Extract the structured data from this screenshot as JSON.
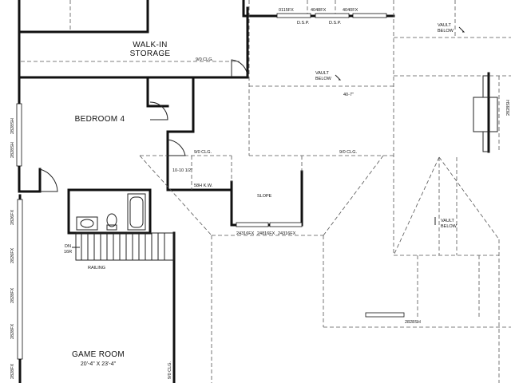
{
  "rooms": {
    "walk_in_line1": "WALK-IN",
    "walk_in_line2": "STORAGE",
    "bedroom4": "BEDROOM 4",
    "game_room": "GAME ROOM",
    "game_room_size": "20'-4\" X 23'-4\""
  },
  "notes": {
    "clg_storage": "9/0 CLG.",
    "clg_center": "9/0 CLG.",
    "clg_hall": "9/0 CLG.",
    "clg_game": "9/0 CLG.",
    "vault_1_a": "VAULT",
    "vault_1_b": "BELOW",
    "vault_2_a": "VAULT",
    "vault_2_b": "BELOW",
    "vault_3_a": "VAULT",
    "vault_3_b": "BELOW",
    "span": "40-7\"",
    "hall_width": "10-10 1/2\"",
    "kneewall": "58H K.W.",
    "slope": "SLOPE",
    "railing": "RAILING",
    "stair_dn": "DN",
    "stair_risers": "16R",
    "dsp_1": "D.S.P.",
    "dsp_2": "D.S.P."
  },
  "windows": {
    "top_1": "0115FX",
    "top_2": "4048FX",
    "top_3": "4040FX",
    "dormer_1": "24316FX",
    "dormer_2": "24816FX",
    "dormer_3": "24316FX",
    "bottom_right": "2828SH",
    "right_side": "2828SH",
    "left_1": "2828SH",
    "left_2": "2828SH",
    "left_3": "2826FX",
    "left_4": "2826FX",
    "left_5": "2828FX",
    "left_6": "2828FX",
    "left_7": "2828FX"
  }
}
